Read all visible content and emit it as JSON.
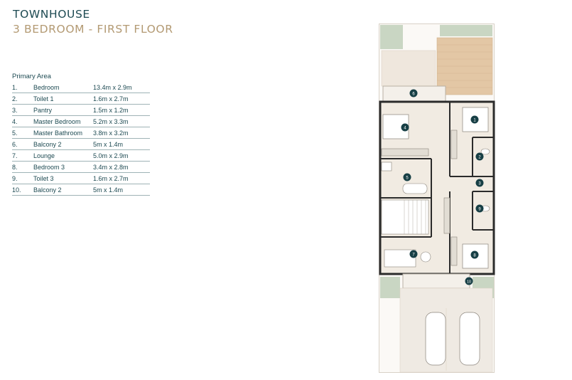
{
  "header": {
    "title": "TOWNHOUSE",
    "subtitle": "3 BEDROOM - FIRST FLOOR"
  },
  "primary_area": {
    "heading": "Primary Area",
    "rooms": [
      {
        "num": "1.",
        "name": "Bedroom",
        "size": "13.4m x 2.9m"
      },
      {
        "num": "2.",
        "name": "Toilet 1",
        "size": "1.6m x 2.7m"
      },
      {
        "num": "3.",
        "name": "Pantry",
        "size": "1.5m x 1.2m"
      },
      {
        "num": "4.",
        "name": "Master Bedroom",
        "size": "5.2m x 3.3m"
      },
      {
        "num": "5.",
        "name": "Master Bathroom",
        "size": "3.8m x 3.2m"
      },
      {
        "num": "6.",
        "name": "Balcony 2",
        "size": "5m x 1.4m"
      },
      {
        "num": "7.",
        "name": "Lounge",
        "size": "5.0m x 2.9m"
      },
      {
        "num": "8.",
        "name": "Bedroom 3",
        "size": "3.4m x 2.8m"
      },
      {
        "num": "9.",
        "name": "Toilet 3",
        "size": "1.6m x 2.7m"
      },
      {
        "num": "10.",
        "name": "Balcony 2",
        "size": "5m x 1.4m"
      }
    ]
  },
  "plan_markers": [
    "1",
    "2",
    "3",
    "4",
    "5",
    "6",
    "7",
    "8",
    "9",
    "10"
  ],
  "colors": {
    "title": "#1d4a52",
    "subtitle": "#b39a73",
    "marker": "#173f45",
    "wall": "#2b2b2b",
    "floor": "#f1ebe2",
    "deck": "#e3c7a5",
    "planting": "#c9d6c3"
  }
}
